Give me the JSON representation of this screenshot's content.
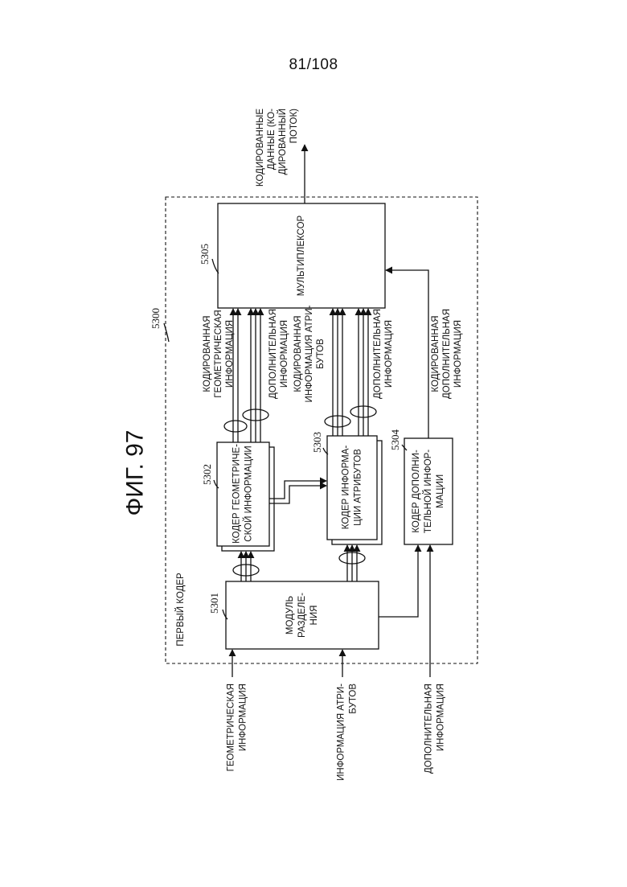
{
  "page_number": "81/108",
  "figure_title": "ФИГ. 97",
  "encoder": {
    "ref": "5300",
    "title": "ПЕРВЫЙ КОДЕР"
  },
  "blocks": {
    "splitter": {
      "ref": "5301",
      "lines": [
        "МОДУЛЬ",
        "РАЗДЕЛЕ-",
        "НИЯ"
      ]
    },
    "geom_encoder": {
      "ref": "5302",
      "lines": [
        "КОДЕР ГЕОМЕТРИЧЕ-",
        "СКОЙ ИНФОРМАЦИИ"
      ]
    },
    "attr_encoder": {
      "ref": "5303",
      "lines": [
        "КОДЕР ИНФОРМА-",
        "ЦИИ АТРИБУТОВ"
      ]
    },
    "extra_encoder": {
      "ref": "5304",
      "lines": [
        "КОДЕР ДОПОЛНИ-",
        "ТЕЛЬНОЙ ИНФОР-",
        "МАЦИИ"
      ]
    },
    "multiplexer": {
      "ref": "5305",
      "lines": [
        "МУЛЬТИПЛЕКСОР"
      ]
    }
  },
  "inputs": {
    "geometry": [
      "ГЕОМЕТРИЧЕСКАЯ",
      "ИНФОРМАЦИЯ"
    ],
    "attributes": [
      "ИНФОРМАЦИЯ АТРИ-",
      "БУТОВ"
    ],
    "additional": [
      "ДОПОЛНИТЕЛЬНАЯ",
      "ИНФОРМАЦИЯ"
    ]
  },
  "signals": {
    "coded_geometry": [
      "КОДИРОВАННАЯ",
      "ГЕОМЕТРИЧЕСКАЯ",
      "ИНФОРМАЦИЯ"
    ],
    "geom_extra": [
      "ДОПОЛНИТЕЛЬНАЯ",
      "ИНФОРМАЦИЯ"
    ],
    "coded_attributes": [
      "КОДИРОВАННАЯ",
      "ИНФОРМАЦИЯ АТРИ-",
      "БУТОВ"
    ],
    "attr_extra": [
      "ДОПОЛНИТЕЛЬНАЯ",
      "ИНФОРМАЦИЯ"
    ],
    "coded_additional": [
      "КОДИРОВАННАЯ",
      "ДОПОЛНИТЕЛЬНАЯ",
      "ИНФОРМАЦИЯ"
    ]
  },
  "output": [
    "КОДИРОВАННЫЕ",
    "ДАННЫЕ (КО-",
    "ДИРОВАННЫЙ",
    "ПОТОК)"
  ]
}
